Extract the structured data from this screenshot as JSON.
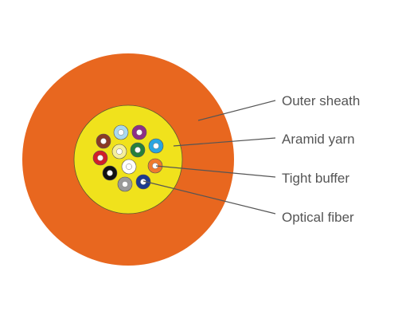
{
  "colors": {
    "outer_sheath": "#e8671f",
    "aramid_yarn": "#f0e21c",
    "fiber_core": "#ffffff",
    "leader_line": "#555555"
  },
  "labels": {
    "outer_sheath": "Outer sheath",
    "aramid_yarn": "Aramid yarn",
    "tight_buffer": "Tight buffer",
    "optical_fiber": "Optical fiber"
  },
  "fibers": [
    {
      "name": "fiber-brown",
      "color": "#8a3a25"
    },
    {
      "name": "fiber-light-blue",
      "color": "#a9d9ee"
    },
    {
      "name": "fiber-violet",
      "color": "#8e2f87"
    },
    {
      "name": "fiber-cream",
      "color": "#f5ef9a"
    },
    {
      "name": "fiber-green",
      "color": "#27803c"
    },
    {
      "name": "fiber-aqua",
      "color": "#2aa5e0"
    },
    {
      "name": "fiber-red",
      "color": "#d11e2a"
    },
    {
      "name": "fiber-white",
      "color": "#ffffff"
    },
    {
      "name": "fiber-orange",
      "color": "#ef7a2d"
    },
    {
      "name": "fiber-black",
      "color": "#111111"
    },
    {
      "name": "fiber-gray",
      "color": "#9a9a9a"
    },
    {
      "name": "fiber-blue",
      "color": "#1d3b8f"
    }
  ]
}
